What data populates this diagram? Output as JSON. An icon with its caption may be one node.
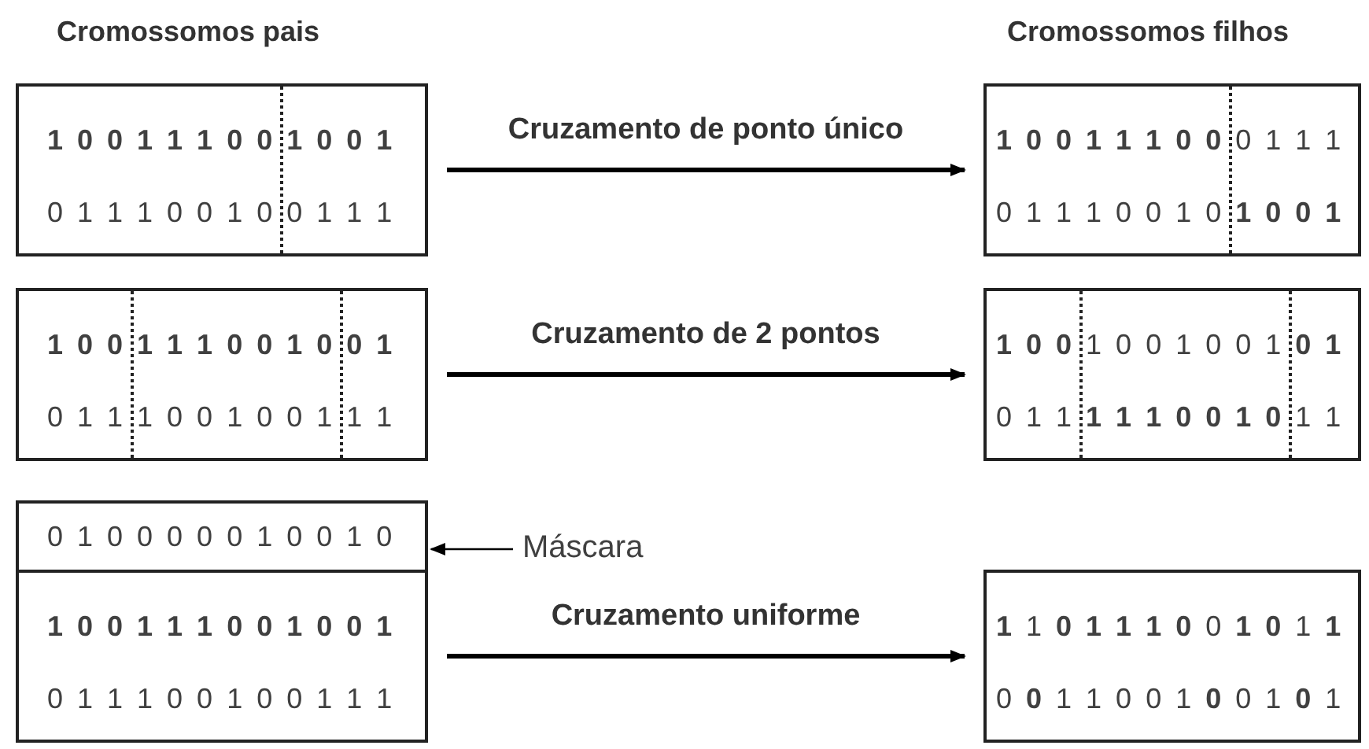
{
  "diagram": {
    "nodes": [
      {
        "text": [
          "1 0 0 1 1 1 0 0 1 0 0 1",
          "0 1 1 1 0 0 1 0 0 1 1 1"
        ]
      },
      {
        "text": [
          "**1 0 0 1 1 1 0 0** 0 1 1 1",
          "0 1 1 1 0 0 1 0 **1 0 0 1**"
        ]
      },
      {
        "text": [
          "1 0 0 1 1 1 0 0 1 0 0 1",
          "0 1 1 1 0 0 1 0 0 1 1 1"
        ]
      },
      {
        "text": [
          "**1 0 0** 1 0 0 1 0 0 1 **0 1**",
          "0 1 1 **1 1 1 0 0 1 0** 1 1"
        ]
      },
      {
        "text": [
          "0 1 0 0 0 0 0 1 0 0 1 0"
        ]
      },
      {
        "text": [
          "Máscara"
        ]
      },
      {
        "text": [
          "1 0 0 1 1 1 0 0 1 0 0 1",
          "0 1 1 1 0 0 1 0 0 1 1 1"
        ]
      },
      {
        "text": [
          "**1** 1 **0 1 1 1 0** 0 **1 0** 1 **1**",
          "0 **0** 1 1 0 0 1 **0** 0 1 **0** 1"
        ]
      }
    ],
    "edges": [
      {
        "from": 0,
        "to": 1,
        "arrow": "to",
        "label": "Cruzamento de ponto único"
      },
      {
        "from": 2,
        "to": 3,
        "arrow": "to",
        "label": "Cruzamento de 2 pontos"
      },
      {
        "from": 5,
        "to": 4,
        "arrow": "to"
      },
      {
        "from": 6,
        "to": 7,
        "arrow": "to",
        "label": "Cruzamento uniforme"
      }
    ],
    "labels": [
      "Cromossomos pais",
      "Cromossomos filhos"
    ]
  }
}
